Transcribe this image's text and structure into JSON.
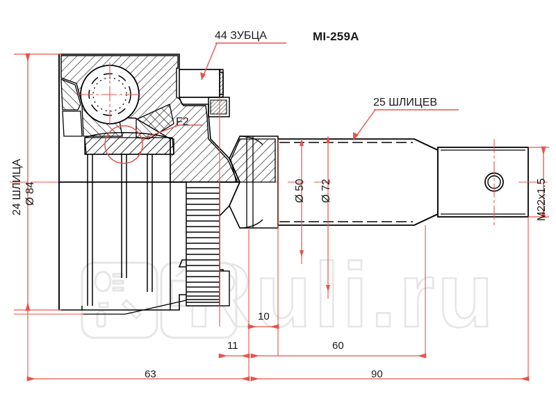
{
  "drawing": {
    "part_number": "MI-259A",
    "watermark_text": "Ruli.ru",
    "callouts": {
      "abs_teeth": "44 ЗУБЦА",
      "outer_splines": "24 ШЛИЦА",
      "outer_diameter": "Ø 84",
      "inner_splines": "25 ШЛИЦЕВ",
      "detail_mark": "F2",
      "thread": "M22x1.5"
    },
    "diameters": {
      "d50": "Ø 50",
      "d72": "Ø 72"
    },
    "dimensions": {
      "d10": "10",
      "d11": "11",
      "d60": "60",
      "d63": "63",
      "d90": "90"
    },
    "colors": {
      "outline": "#000000",
      "dimension": "#e8534b",
      "centerline": "#e8534b",
      "text": "#1a1a1a",
      "watermark": "#e3e3e3",
      "background": "#ffffff"
    }
  }
}
